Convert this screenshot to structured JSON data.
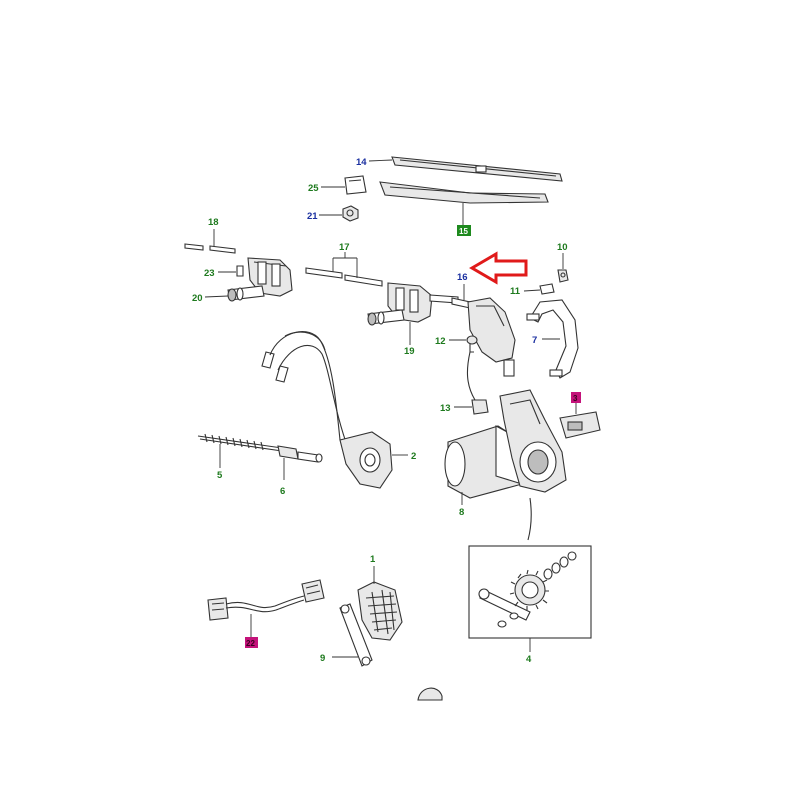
{
  "diagram": {
    "callouts": [
      {
        "id": "c14",
        "text": "14",
        "color": "blue"
      },
      {
        "id": "c25",
        "text": "25",
        "color": "green"
      },
      {
        "id": "c21",
        "text": "21",
        "color": "blue"
      },
      {
        "id": "c15",
        "text": "15",
        "color": "green",
        "boxed": true
      },
      {
        "id": "c18",
        "text": "18",
        "color": "green"
      },
      {
        "id": "c23",
        "text": "23",
        "color": "green"
      },
      {
        "id": "c20",
        "text": "20",
        "color": "green"
      },
      {
        "id": "c17",
        "text": "17",
        "color": "green"
      },
      {
        "id": "c19",
        "text": "19",
        "color": "green"
      },
      {
        "id": "c16",
        "text": "16",
        "color": "blue"
      },
      {
        "id": "c10",
        "text": "10",
        "color": "green"
      },
      {
        "id": "c11",
        "text": "11",
        "color": "green"
      },
      {
        "id": "c7",
        "text": "7",
        "color": "blue"
      },
      {
        "id": "c12",
        "text": "12",
        "color": "green"
      },
      {
        "id": "c13",
        "text": "13",
        "color": "green"
      },
      {
        "id": "c3",
        "text": "3",
        "color": "magenta",
        "boxed": true
      },
      {
        "id": "c2",
        "text": "2",
        "color": "green"
      },
      {
        "id": "c5",
        "text": "5",
        "color": "green"
      },
      {
        "id": "c6",
        "text": "6",
        "color": "green"
      },
      {
        "id": "c1",
        "text": "1",
        "color": "green"
      },
      {
        "id": "c8",
        "text": "8",
        "color": "green"
      },
      {
        "id": "c22",
        "text": "22",
        "color": "magenta",
        "boxed": true
      },
      {
        "id": "c9",
        "text": "9",
        "color": "green"
      },
      {
        "id": "c4",
        "text": "4",
        "color": "green"
      }
    ],
    "colors": {
      "label_green": "#1e7a1e",
      "label_blue": "#1a2fa0",
      "box_green": "#1e8a1e",
      "box_magenta": "#c4127a",
      "arrow_red": "#e01a1a",
      "line": "#333333"
    },
    "highlight": "red-outline-arrow"
  }
}
